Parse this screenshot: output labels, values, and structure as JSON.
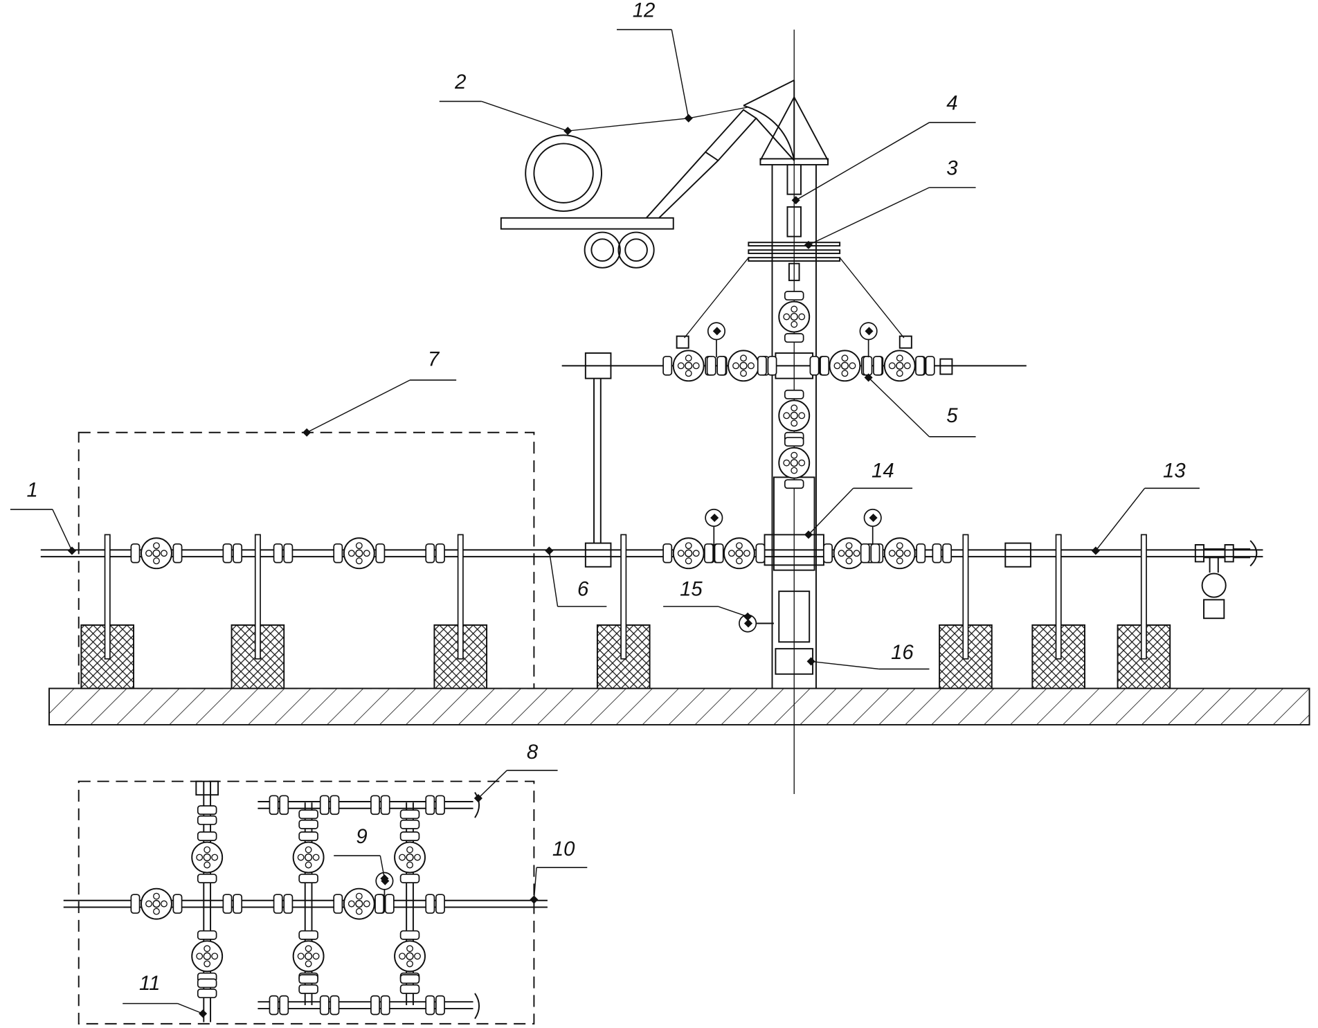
{
  "diagram": {
    "title": "Well coiled-tubing operation layout with wellhead, manifolds and flowlines",
    "callouts": [
      {
        "id": "1",
        "label": "1"
      },
      {
        "id": "2",
        "label": "2"
      },
      {
        "id": "3",
        "label": "3"
      },
      {
        "id": "4",
        "label": "4"
      },
      {
        "id": "5",
        "label": "5"
      },
      {
        "id": "6",
        "label": "6"
      },
      {
        "id": "7",
        "label": "7"
      },
      {
        "id": "8",
        "label": "8"
      },
      {
        "id": "9",
        "label": "9"
      },
      {
        "id": "10",
        "label": "10"
      },
      {
        "id": "11",
        "label": "11"
      },
      {
        "id": "12",
        "label": "12"
      },
      {
        "id": "13",
        "label": "13"
      },
      {
        "id": "14",
        "label": "14"
      },
      {
        "id": "15",
        "label": "15"
      },
      {
        "id": "16",
        "label": "16"
      }
    ],
    "colors": {
      "line": "#111111",
      "background": "#ffffff"
    }
  }
}
